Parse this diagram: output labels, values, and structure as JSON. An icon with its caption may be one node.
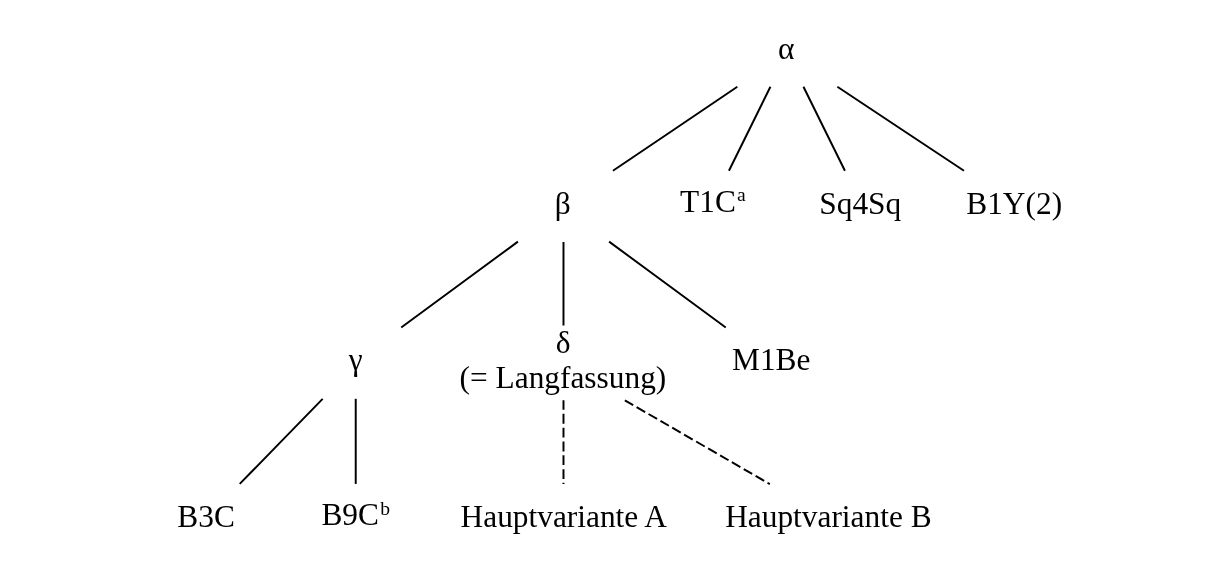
{
  "diagram": {
    "nodes": [
      {
        "text": [
          "α"
        ]
      },
      {
        "text": [
          "β"
        ]
      },
      {
        "text": [
          "γ"
        ]
      },
      {
        "text": [
          "δ",
          "(= Langfassung)"
        ]
      },
      {
        "text": [
          "T1C$^{a}$"
        ]
      },
      {
        "text": [
          "Sq4Sq"
        ]
      },
      {
        "text": [
          "B3C"
        ]
      },
      {
        "text": [
          "B9C$^{b}$"
        ]
      },
      {
        "text": [
          "B1Y(2)"
        ]
      },
      {
        "text": [
          "M1Be"
        ]
      },
      {
        "text": [
          "Hauptvariante A"
        ]
      },
      {
        "text": [
          "Hauptvariante B"
        ]
      }
    ],
    "edges": [
      {
        "from": 0,
        "to": 4,
        "arrow": "none"
      },
      {
        "from": 0,
        "to": 5,
        "arrow": "none"
      },
      {
        "from": 0,
        "to": 8,
        "arrow": "none"
      },
      {
        "from": 0,
        "to": 1,
        "arrow": "none"
      },
      {
        "from": 1,
        "to": 2,
        "arrow": "none"
      },
      {
        "from": 1,
        "to": 9,
        "arrow": "none"
      },
      {
        "from": 1,
        "to": 3,
        "arrow": "none"
      },
      {
        "from": 2,
        "to": 7,
        "arrow": "none"
      },
      {
        "from": 2,
        "to": 6,
        "arrow": "none"
      },
      {
        "from": 3,
        "to": 10,
        "arrow": "none",
        "style": "dashed"
      },
      {
        "from": 3,
        "to": 11,
        "arrow": "none",
        "style": "dashed"
      }
    ]
  }
}
